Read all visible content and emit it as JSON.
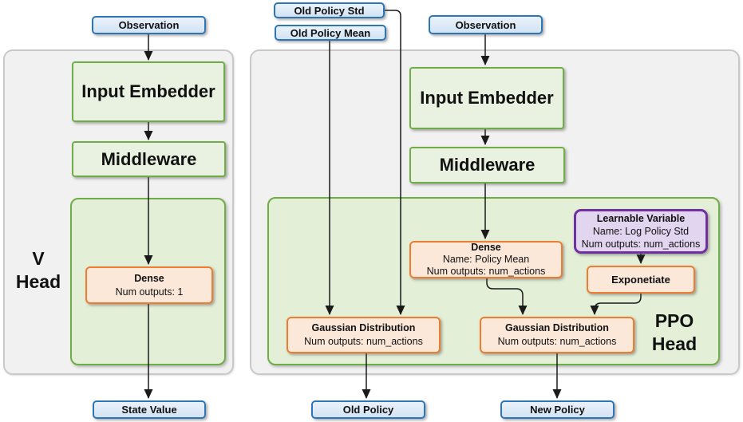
{
  "colors": {
    "blue_border": "#2E75B6",
    "blue_fill_top": "#EAF2FB",
    "blue_fill_bottom": "#D2E3F4",
    "green_border": "#70AD47",
    "green_fill": "#E9F2E0",
    "green_container_fill": "#E3EFD6",
    "orange_border": "#ED7D31",
    "orange_fill": "#FCE8D9",
    "purple_border": "#7030A0",
    "purple_fill": "#E2D5F0",
    "panel_fill": "#F1F1F1",
    "panel_border": "#C9C9C9",
    "line_color": "#1A1A1A"
  },
  "v_network": {
    "input_label": "Observation",
    "input_embedder_label": "Input Embedder",
    "middleware_label": "Middleware",
    "head_name_line1": "V",
    "head_name_line2": "Head",
    "dense": {
      "title": "Dense",
      "outputs": "Num outputs: 1"
    },
    "output_label": "State Value"
  },
  "ppo_network": {
    "old_policy_std_label": "Old Policy Std",
    "old_policy_mean_label": "Old Policy Mean",
    "input_label": "Observation",
    "input_embedder_label": "Input Embedder",
    "middleware_label": "Middleware",
    "head_name_line1": "PPO",
    "head_name_line2": "Head",
    "dense": {
      "title": "Dense",
      "name": "Name: Policy Mean",
      "outputs": "Num outputs: num_actions"
    },
    "learnable_variable": {
      "title": "Learnable Variable",
      "name": "Name: Log Policy Std",
      "outputs": "Num outputs: num_actions"
    },
    "exponetiate_label": "Exponetiate",
    "gaussian_old": {
      "title": "Gaussian Distribution",
      "outputs": "Num outputs: num_actions"
    },
    "gaussian_new": {
      "title": "Gaussian Distribution",
      "outputs": "Num outputs: num_actions"
    },
    "old_policy_output_label": "Old Policy",
    "new_policy_output_label": "New Policy"
  }
}
